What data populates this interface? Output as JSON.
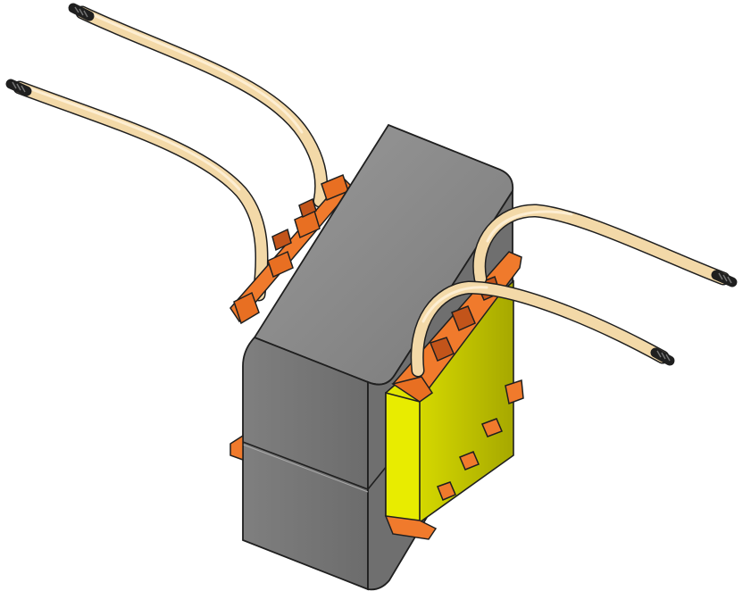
{
  "scene": {
    "background": "#ffffff",
    "components": [
      "transformer-core",
      "coil-winding",
      "coil-bobbin",
      "lead-wire",
      "wire-end-strands"
    ]
  },
  "colors": {
    "core_top": "#8a8a8a",
    "core_side": "#6f6f6f",
    "core_front": "#7c7c7c",
    "winding_front": "#e3e600",
    "winding_side": "#a8a800",
    "bobbin": "#f07a2c",
    "bobbin_dark": "#c2541a",
    "wire": "#f3d9a8",
    "wire_shadow": "#c9a46a",
    "outline": "#1f1f1f"
  }
}
